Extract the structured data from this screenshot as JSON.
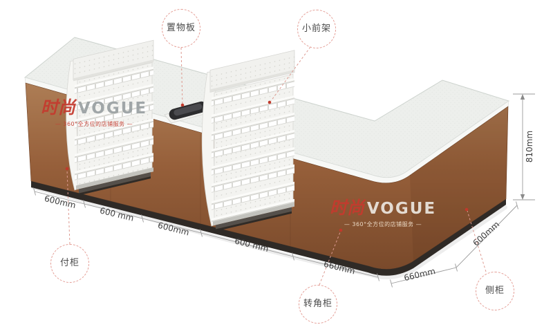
{
  "callouts": [
    {
      "id": "shelf-board",
      "label": "置物板"
    },
    {
      "id": "front-rack",
      "label": "小前架"
    },
    {
      "id": "pay-counter",
      "label": "付柜"
    },
    {
      "id": "corner-counter",
      "label": "转角柜"
    },
    {
      "id": "side-counter",
      "label": "侧柜"
    }
  ],
  "dimensions": {
    "front_segments": [
      "600mm",
      "600 mm",
      "600mm",
      "600 mm",
      "660mm"
    ],
    "corner_bottom": "660mm",
    "side_bottom": "600mm",
    "height": "810mm"
  },
  "watermark": {
    "brand_cn": "时尚",
    "brand_en": "VOGUE",
    "tagline": "— 360°全方位的店铺服务 —"
  },
  "colors": {
    "brand_red": "#c53a2e",
    "brand_gray": "#9aa0a2",
    "counter_brown": "#965f3a",
    "counter_top": "#edefec",
    "base_dark": "#2f2a26",
    "callout_border": "#e49c94",
    "dimension_text": "#3c3c3c"
  }
}
